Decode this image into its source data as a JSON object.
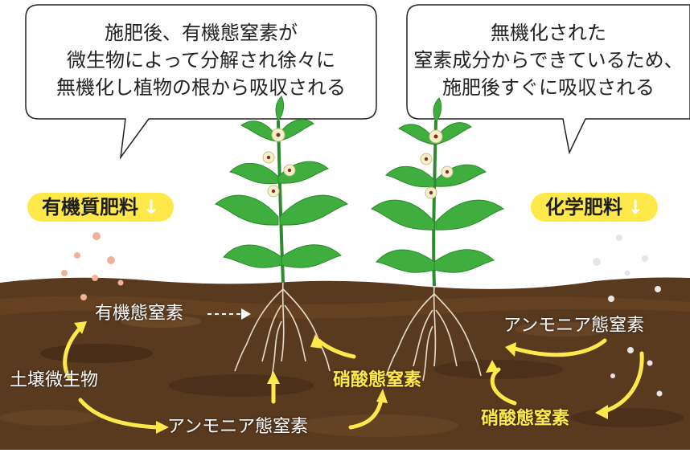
{
  "bubbles": {
    "left": {
      "line1": "施肥後、有機態窒素が",
      "line2": "微生物によって分解され徐々に",
      "line3": "無機化し植物の根から吸収される"
    },
    "right": {
      "line1": "無機化された",
      "line2": "窒素成分からできているため、",
      "line3": "施肥後すぐに吸収される"
    }
  },
  "tags": {
    "organic": {
      "label": "有機質肥料",
      "arrow": "↓"
    },
    "chemical": {
      "label": "化学肥料",
      "arrow": "↓"
    }
  },
  "soil": {
    "organic_n": "有機態窒素",
    "microbes": "土壌微生物",
    "ammonia_left": "アンモニア態窒素",
    "nitrate_left": "硝酸態窒素",
    "ammonia_right": "アンモニア態窒素",
    "nitrate_right": "硝酸態窒素"
  },
  "colors": {
    "soil": "#5a3a1f",
    "soil_dark": "#3d2613",
    "highlight_yellow": "#ffe94a",
    "leaf": "#3fae3f",
    "organic_particles": "#f2b29a",
    "chemical_particles": "#e6e6e6"
  }
}
